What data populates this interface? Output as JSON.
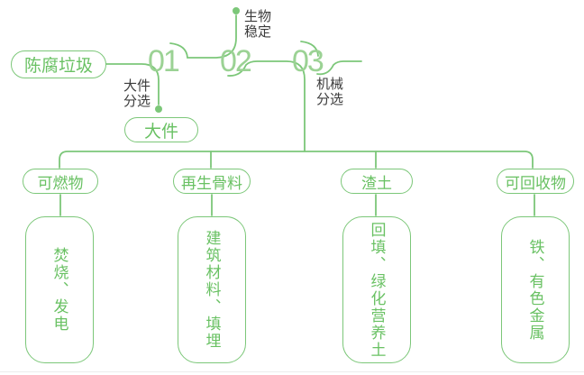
{
  "colors": {
    "line_green": "#7cc779",
    "pill_text_green": "#69c163",
    "number_green": "#9bd294",
    "label_dark": "#3b3b3b",
    "background": "#ffffff"
  },
  "source": {
    "label": "陈腐垃圾"
  },
  "steps": [
    {
      "number": "01",
      "process": "大件分选",
      "output": "大件"
    },
    {
      "number": "02",
      "process": "生物稳定"
    },
    {
      "number": "03",
      "process": "机械分选"
    }
  ],
  "branches": [
    {
      "category": "可燃物",
      "disposal": "焚烧、发电"
    },
    {
      "category": "再生骨料",
      "disposal": "建筑材料、填埋"
    },
    {
      "category": "渣土",
      "disposal": "回填、绿化营养土"
    },
    {
      "category": "可回收物",
      "disposal": "铁、有色金属"
    }
  ]
}
